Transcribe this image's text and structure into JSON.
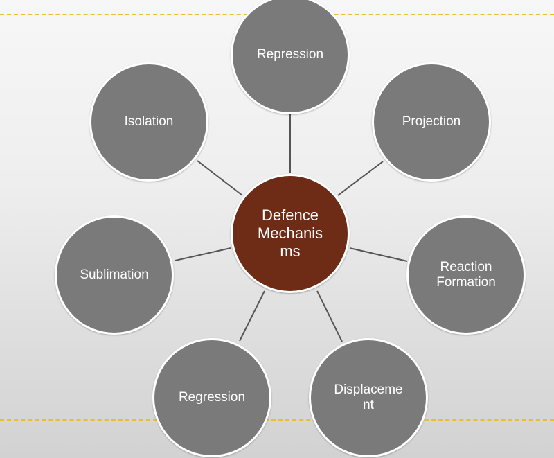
{
  "diagram": {
    "center": {
      "label": "Defence\nMechanis\nms"
    },
    "nodes": [
      {
        "id": "repression",
        "label": "Repression"
      },
      {
        "id": "projection",
        "label": "Projection"
      },
      {
        "id": "reaction-formation",
        "label": "Reaction\nFormation"
      },
      {
        "id": "displacement",
        "label": "Displaceme\nnt"
      },
      {
        "id": "regression",
        "label": "Regression"
      },
      {
        "id": "sublimation",
        "label": "Sublimation"
      },
      {
        "id": "isolation",
        "label": "Isolation"
      }
    ],
    "colors": {
      "center_fill": "#6e2c16",
      "node_fill": "#7a7a7a",
      "node_border": "#ffffff",
      "connector": "#555555",
      "guide_line": "#e8bf2d",
      "text": "#ffffff"
    }
  }
}
